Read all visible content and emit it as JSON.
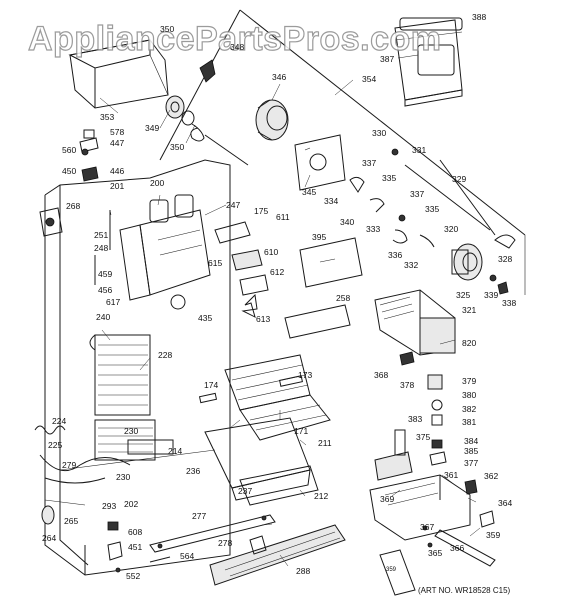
{
  "watermark": "AppliancePartsPros.com",
  "art_number": "(ART NO. WR18528 C15)",
  "callouts": [
    "388",
    "350",
    "348",
    "387",
    "354",
    "346",
    "353",
    "349",
    "578",
    "447",
    "350",
    "560",
    "330",
    "331",
    "446",
    "450",
    "337",
    "201",
    "200",
    "329",
    "247",
    "345",
    "334",
    "335",
    "268",
    "175",
    "611",
    "340",
    "337",
    "333",
    "251",
    "395",
    "335",
    "320",
    "610",
    "615",
    "248",
    "336",
    "332",
    "612",
    "328",
    "459",
    "456",
    "617",
    "258",
    "325",
    "339",
    "435",
    "613",
    "338",
    "240",
    "321",
    "820",
    "228",
    "173",
    "368",
    "378",
    "379",
    "174",
    "380",
    "382",
    "224",
    "171",
    "381",
    "211",
    "383",
    "375",
    "225",
    "384",
    "230",
    "385",
    "214",
    "377",
    "361",
    "236",
    "279",
    "230",
    "362",
    "237",
    "212",
    "369",
    "293",
    "202",
    "364",
    "265",
    "608",
    "277",
    "264",
    "367",
    "451",
    "278",
    "359",
    "365",
    "564",
    "366",
    "288",
    "552",
    "359"
  ]
}
